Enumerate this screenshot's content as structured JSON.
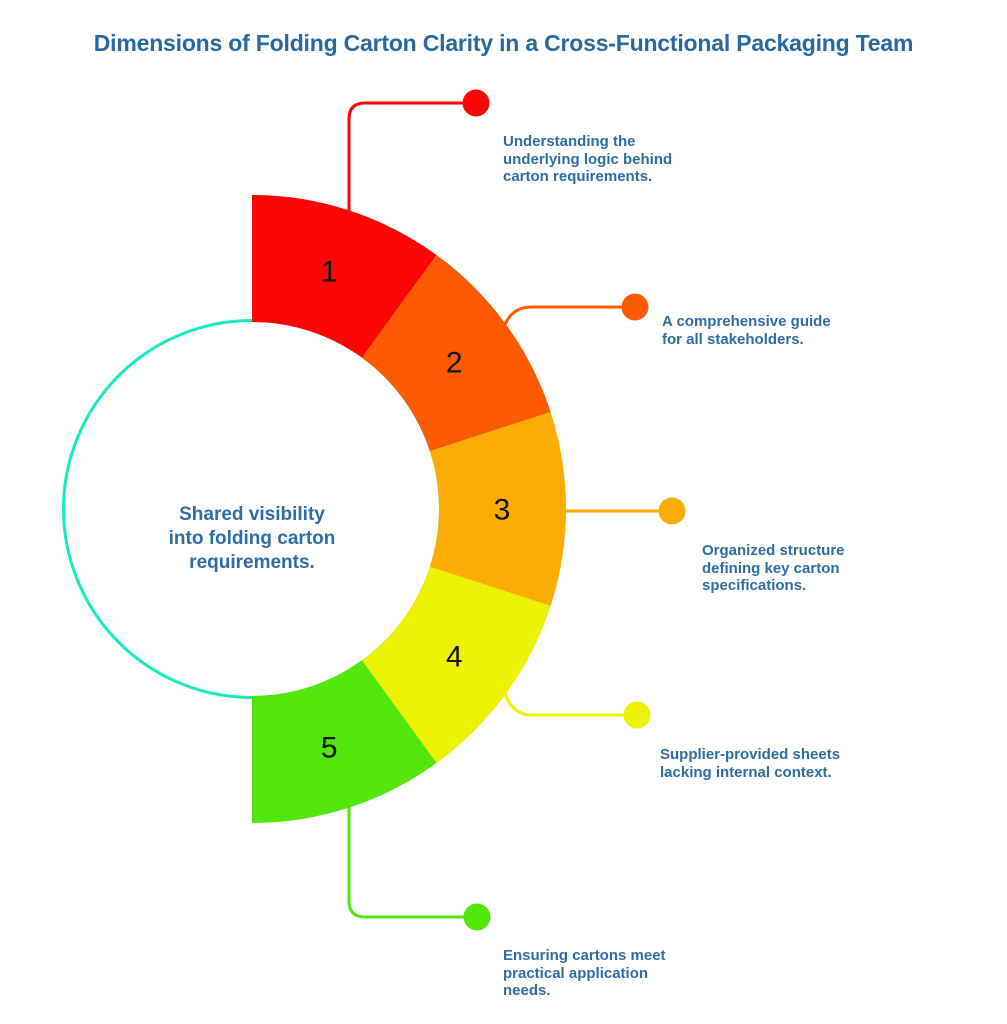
{
  "title": "Dimensions of Folding Carton Clarity in a Cross-Functional Packaging Team",
  "colors": {
    "title_text": "#27699E",
    "body_text": "#2E6DA4",
    "number_text": "#141414",
    "inner_ring": "#16EBC0",
    "background": "#FFFFFF"
  },
  "chart_data": {
    "type": "pie",
    "variant": "half-donut",
    "orientation": "right-half, 5 equal 36-degree segments from top to bottom",
    "center_label": "Shared visibility\ninto folding carton\nrequirements.",
    "inner_ring_color": "#16EBC0",
    "segments": [
      {
        "number": "1",
        "value": 1,
        "color": "#FB0505",
        "description": "Understanding the\nunderlying logic behind\ncarton requirements."
      },
      {
        "number": "2",
        "value": 1,
        "color": "#FC5A03",
        "description": "A comprehensive guide\nfor all stakeholders."
      },
      {
        "number": "3",
        "value": 1,
        "color": "#FCAD05",
        "description": "Organized structure\ndefining key carton\nspecifications."
      },
      {
        "number": "4",
        "value": 1,
        "color": "#EDF203",
        "description": "Supplier-provided sheets\nlacking internal context."
      },
      {
        "number": "5",
        "value": 1,
        "color": "#53E60A",
        "description": "Ensuring cartons meet\npractical application\nneeds."
      }
    ]
  }
}
